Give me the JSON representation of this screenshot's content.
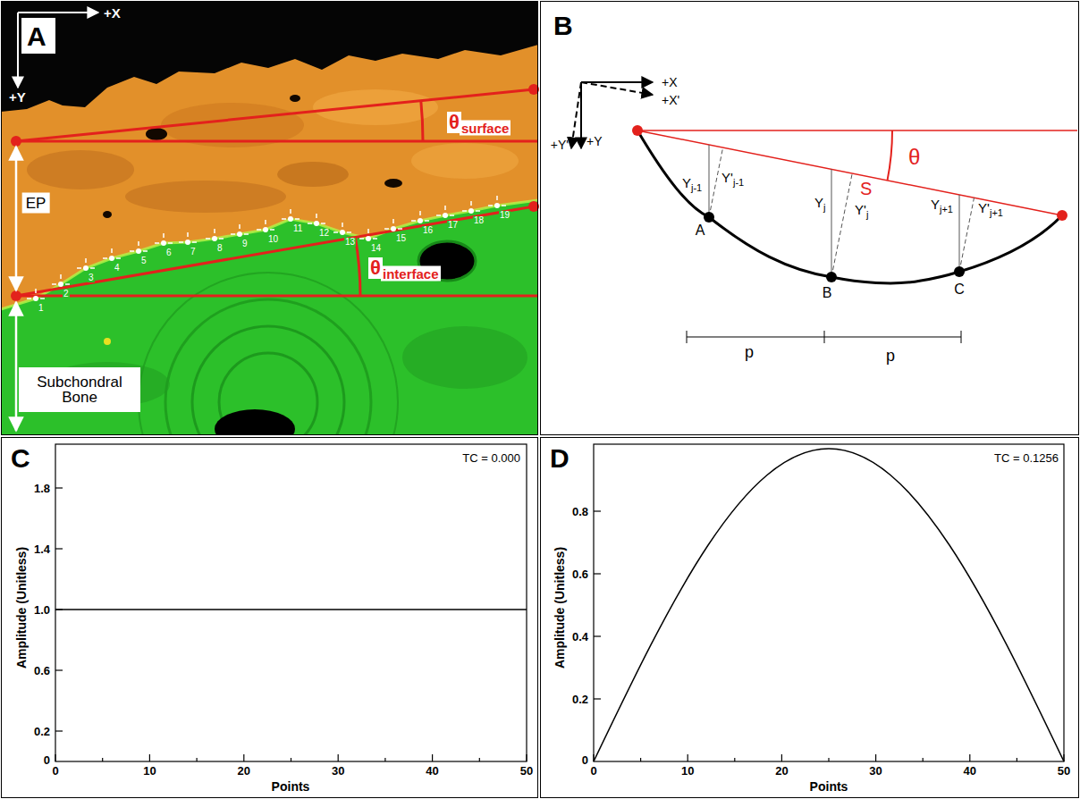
{
  "diagram": {
    "nodes": [
      {
        "text": [
          "A"
        ]
      },
      {
        "text": [
          "B"
        ]
      },
      {
        "text": [
          "C"
        ]
      },
      {
        "text": [
          "D"
        ]
      }
    ],
    "labels": [
      "+X",
      "+Y",
      "θ",
      "surface",
      "EP",
      "θ",
      "interface",
      "Subchondral Bone",
      "1",
      "2",
      "3",
      "4",
      "5",
      "6",
      "7",
      "8",
      "9",
      "10",
      "11",
      "12",
      "13",
      "14",
      "15",
      "16",
      "17",
      "18",
      "19",
      "+X",
      "+X'",
      "+Y'",
      "+Y",
      "θ",
      "S",
      "Y",
      "j-1",
      "Y'",
      "j-1",
      "Y",
      "j",
      "Y'",
      "j",
      "Y",
      "j+1",
      "Y'",
      "j+1",
      "A",
      "B",
      "C",
      "p",
      "p",
      "Amplitude (Unitless)",
      "Points",
      "1.8",
      "1.4",
      "1.0",
      "0.6",
      "0.2",
      "0",
      "0",
      "10",
      "20",
      "30",
      "40",
      "50",
      "TC = 0.000",
      "Amplitude (Unitless)",
      "Points",
      "0.8",
      "0.6",
      "0.4",
      "0.2",
      "0",
      "0",
      "10",
      "20",
      "30",
      "40",
      "50",
      "TC = 0.1256"
    ]
  }
}
